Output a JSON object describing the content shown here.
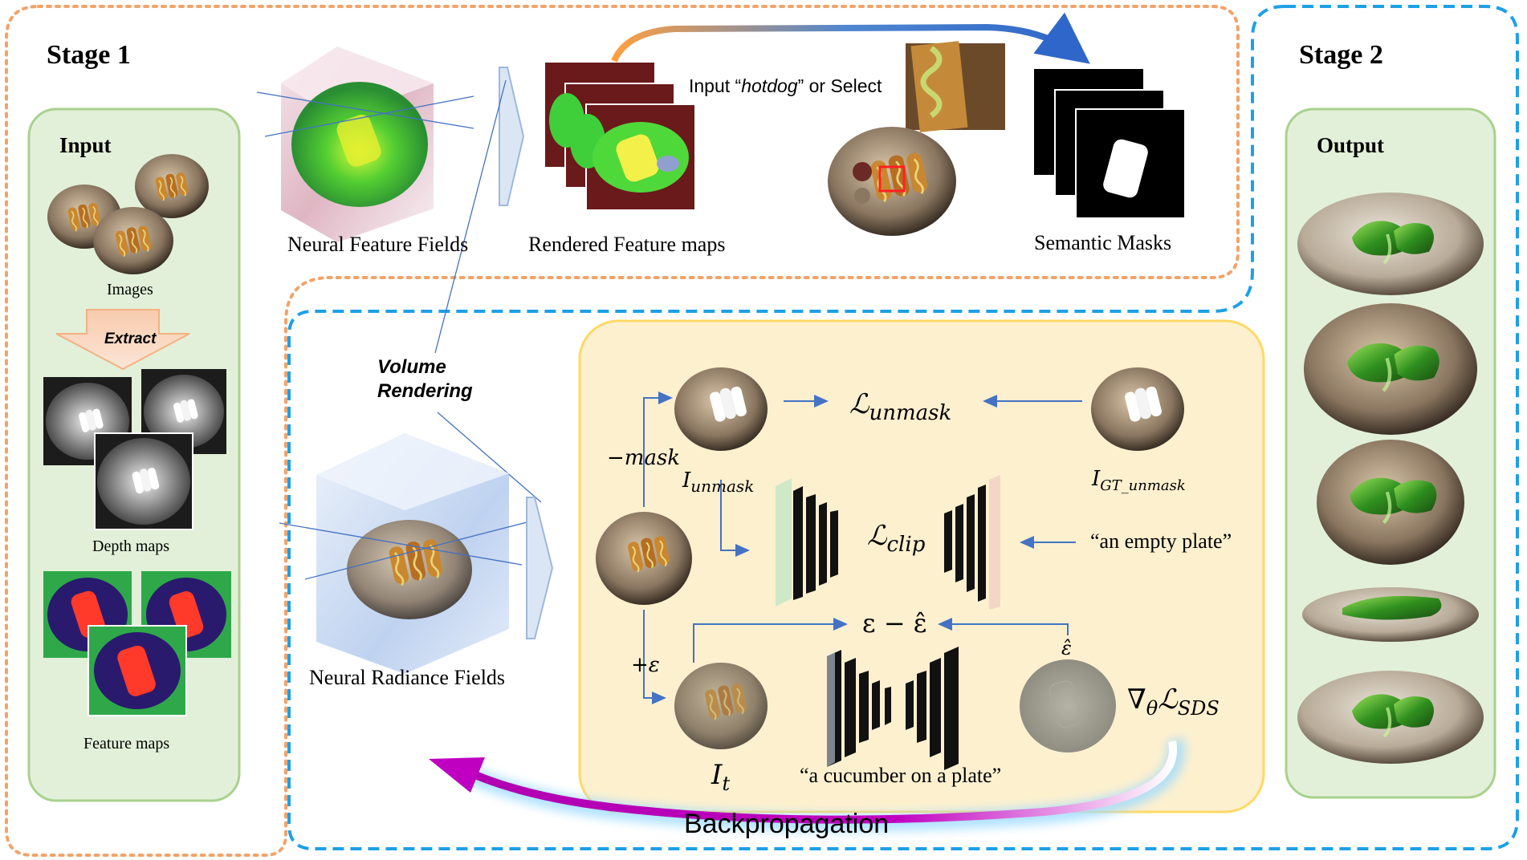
{
  "stage1": {
    "title": "Stage 1"
  },
  "stage2": {
    "title": "Stage 2"
  },
  "input_panel": {
    "title": "Input",
    "images_label": "Images",
    "extract_label": "Extract",
    "depth_label": "Depth maps",
    "feature_label": "Feature maps"
  },
  "output_panel": {
    "title": "Output"
  },
  "stage1_flow": {
    "nff_label": "Neural Feature Fields",
    "rendered_label": "Rendered Feature maps",
    "input_prompt_prefix": "Input “",
    "input_prompt_word": "hotdog",
    "input_prompt_suffix": "” or Select",
    "masks_label": "Semantic Masks"
  },
  "stage2_flow": {
    "volume_rendering_line1": "Volume",
    "volume_rendering_line2": "Rendering",
    "nerf_label": "Neural Radiance Fields",
    "minus_mask": "−mask",
    "i_unmask": "I",
    "i_unmask_sub": "unmask",
    "l_unmask": "ℒ",
    "l_unmask_sub": "unmask",
    "i_gt": "I",
    "i_gt_sub": "GT_unmask",
    "l_clip": "ℒ",
    "l_clip_sub": "clip",
    "empty_plate": "“an empty plate”",
    "eps_diff": "ε − ε̂",
    "eps_hat": "ε̂",
    "plus_eps": "+ε",
    "i_t": "I",
    "i_t_sub": "t",
    "cucumber_prompt": "“a cucumber on a plate”",
    "grad": "∇",
    "grad_sub": "θ",
    "l_sds": "ℒ",
    "l_sds_sub": "SDS",
    "backprop": "Backpropagation"
  },
  "colors": {
    "stage1_border": "#f2a36a",
    "stage2_border": "#1ea0e6",
    "input_panel_bg": "#e2f0d9",
    "input_panel_border": "#a9d18e",
    "loss_panel_bg": "#fdf0cf",
    "loss_panel_border": "#ffd966",
    "arrow_blue": "#4472c4",
    "backprop_magenta": "#c000c0",
    "hotdog_red": "#ff2020",
    "feature_green": "#2fbf3a"
  }
}
